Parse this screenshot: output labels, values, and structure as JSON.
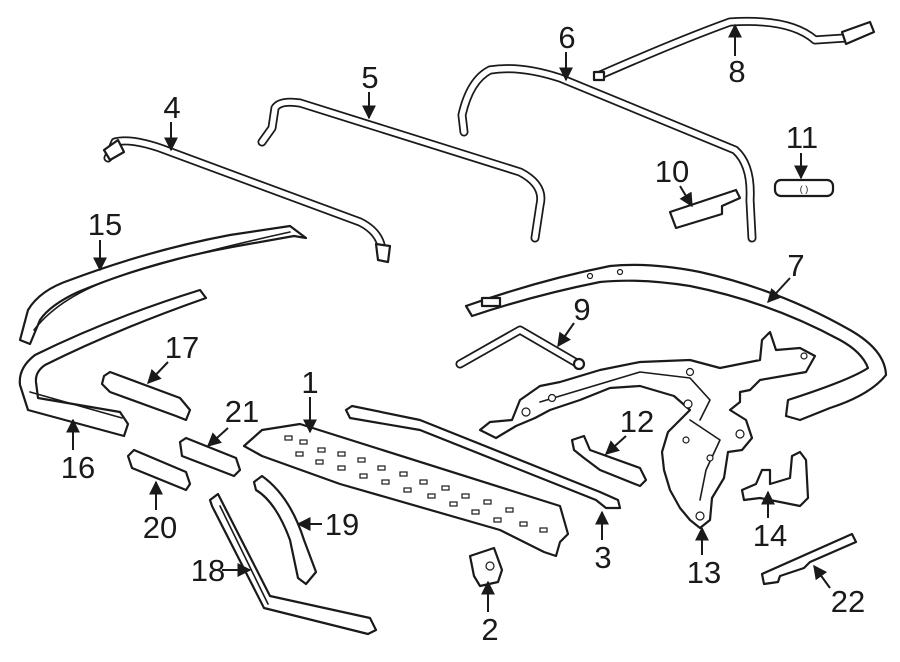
{
  "diagram": {
    "callouts": [
      "1",
      "2",
      "3",
      "4",
      "5",
      "6",
      "7",
      "8",
      "9",
      "10",
      "11",
      "12",
      "13",
      "14",
      "15",
      "16",
      "17",
      "18",
      "19",
      "20",
      "21",
      "22"
    ],
    "part11_marking": "( )"
  },
  "colors": {
    "ink": "#1a1a1a",
    "paper": "#ffffff"
  }
}
